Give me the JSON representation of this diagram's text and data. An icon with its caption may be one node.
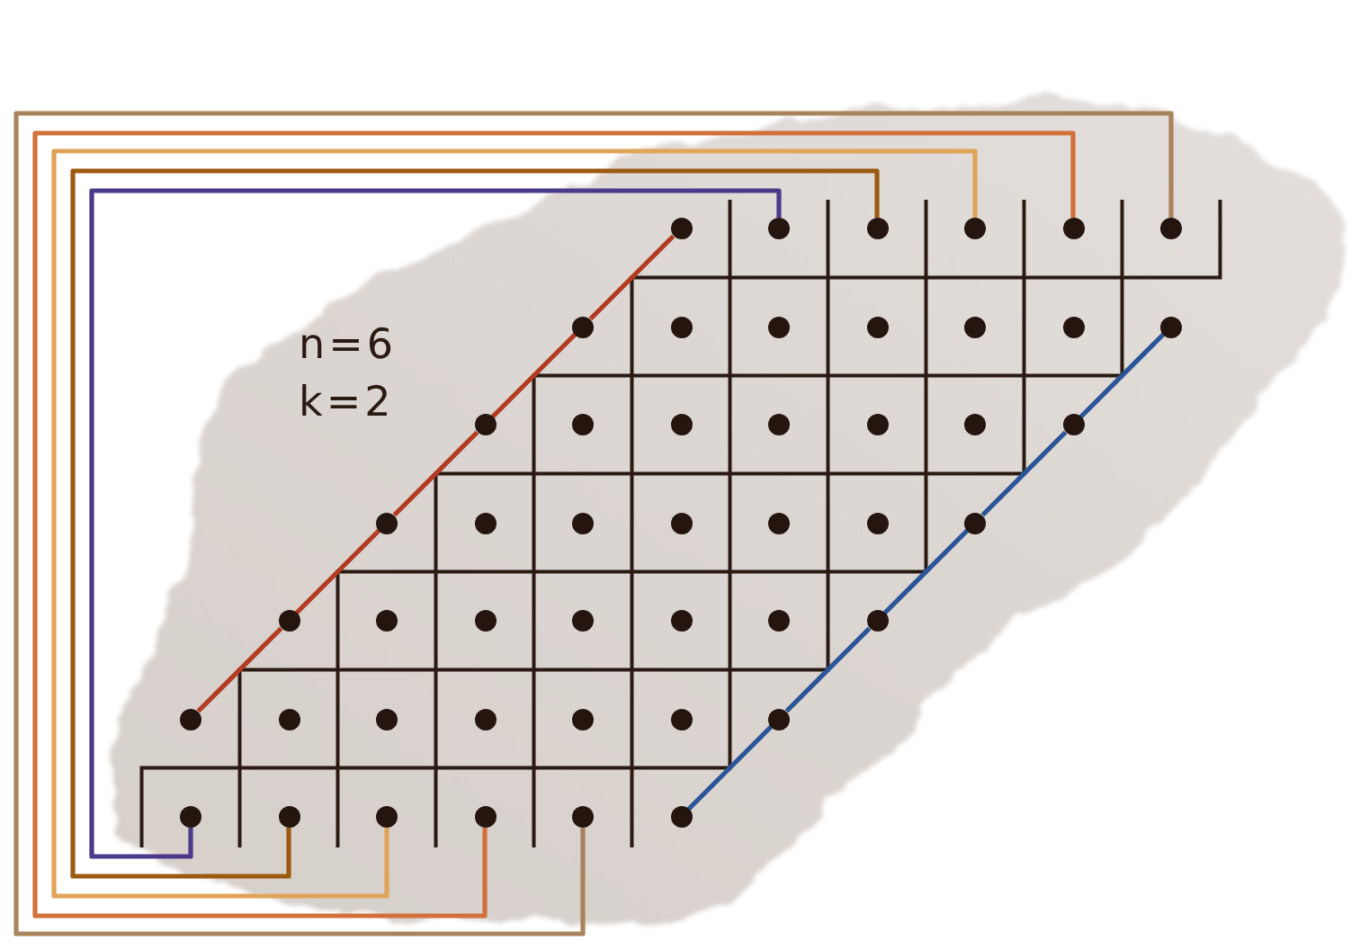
{
  "diagram": {
    "nodes": [
      {
        "text": [],
        "shape": "circle"
      },
      {
        "text": [],
        "shape": "circle"
      },
      {
        "text": [],
        "shape": "circle"
      },
      {
        "text": [],
        "shape": "circle"
      },
      {
        "text": [],
        "shape": "circle"
      },
      {
        "text": [],
        "shape": "circle"
      },
      {
        "text": [],
        "shape": "circle"
      },
      {
        "text": [],
        "shape": "circle"
      },
      {
        "text": [],
        "shape": "circle"
      },
      {
        "text": [],
        "shape": "circle"
      },
      {
        "text": [],
        "shape": "circle"
      },
      {
        "text": [],
        "shape": "circle"
      },
      {
        "text": [],
        "shape": "circle"
      },
      {
        "text": [],
        "shape": "circle"
      },
      {
        "text": [],
        "shape": "circle"
      },
      {
        "text": [],
        "shape": "circle"
      },
      {
        "text": [],
        "shape": "circle"
      },
      {
        "text": [],
        "shape": "circle"
      },
      {
        "text": [],
        "shape": "circle"
      },
      {
        "text": [],
        "shape": "circle"
      },
      {
        "text": [],
        "shape": "circle"
      },
      {
        "text": [],
        "shape": "circle"
      },
      {
        "text": [],
        "shape": "circle"
      },
      {
        "text": [],
        "shape": "circle"
      },
      {
        "text": [],
        "shape": "circle"
      },
      {
        "text": [],
        "shape": "circle"
      },
      {
        "text": [],
        "shape": "circle"
      },
      {
        "text": [],
        "shape": "circle"
      },
      {
        "text": [],
        "shape": "circle"
      },
      {
        "text": [],
        "shape": "circle"
      },
      {
        "text": [],
        "shape": "circle"
      },
      {
        "text": [],
        "shape": "circle"
      },
      {
        "text": [],
        "shape": "circle"
      },
      {
        "text": [],
        "shape": "circle"
      },
      {
        "text": [],
        "shape": "circle"
      },
      {
        "text": [],
        "shape": "circle"
      },
      {
        "text": [],
        "shape": "circle"
      },
      {
        "text": [],
        "shape": "circle"
      },
      {
        "text": [],
        "shape": "circle"
      },
      {
        "text": [],
        "shape": "circle"
      },
      {
        "text": [],
        "shape": "circle"
      },
      {
        "text": [],
        "shape": "circle"
      },
      {
        "text": [],
        "shape": "circle"
      },
      {
        "text": [],
        "shape": "circle"
      },
      {
        "text": [],
        "shape": "circle"
      },
      {
        "text": [],
        "shape": "circle"
      },
      {
        "text": [],
        "shape": "circle"
      }
    ],
    "edges": [
      {
        "from": 1,
        "to": 41,
        "arrow": "none",
        "color": "#4b3a8a"
      },
      {
        "from": 2,
        "to": 42,
        "arrow": "none",
        "color": "#9c5a10"
      },
      {
        "from": 3,
        "to": 43,
        "arrow": "none",
        "color": "#e0a458"
      },
      {
        "from": 4,
        "to": 44,
        "arrow": "none",
        "color": "#d2703a"
      },
      {
        "from": 5,
        "to": 45,
        "arrow": "none",
        "color": "#a8845c"
      },
      {
        "from": 0,
        "to": 6,
        "arrow": "none",
        "color": "#b23b22"
      },
      {
        "from": 6,
        "to": 13,
        "arrow": "none",
        "color": "#b23b22"
      },
      {
        "from": 13,
        "to": 20,
        "arrow": "none",
        "color": "#b23b22"
      },
      {
        "from": 20,
        "to": 27,
        "arrow": "none",
        "color": "#b23b22"
      },
      {
        "from": 27,
        "to": 34,
        "arrow": "none",
        "color": "#b23b22"
      },
      {
        "from": 12,
        "to": 19,
        "arrow": "none",
        "color": "#2a5597"
      },
      {
        "from": 19,
        "to": 26,
        "arrow": "none",
        "color": "#2a5597"
      },
      {
        "from": 26,
        "to": 33,
        "arrow": "none",
        "color": "#2a5597"
      },
      {
        "from": 33,
        "to": 40,
        "arrow": "none",
        "color": "#2a5597"
      },
      {
        "from": 40,
        "to": 46,
        "arrow": "none",
        "color": "#2a5597"
      }
    ],
    "labels": [
      "n=6",
      "k=2"
    ]
  }
}
